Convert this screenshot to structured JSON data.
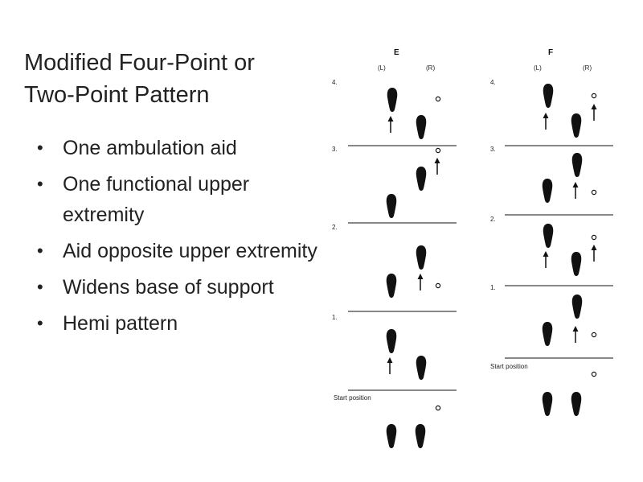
{
  "slide": {
    "title_line1": "Modified Four-Point or",
    "title_line2": "Two-Point Pattern",
    "bullets": [
      {
        "text": "One ambulation aid"
      },
      {
        "text": "One functional upper extremity"
      },
      {
        "text": "Aid opposite upper extremity"
      },
      {
        "text": "Widens base of support"
      },
      {
        "text": "Hemi pattern"
      }
    ],
    "bullet_symbol": "•"
  },
  "figure": {
    "columns": [
      {
        "letter": "E",
        "left_label": "(L)",
        "right_label": "(R)",
        "step_labels": [
          "4.",
          "3.",
          "2.",
          "1."
        ],
        "start_label": "Start position"
      },
      {
        "letter": "F",
        "left_label": "(L)",
        "right_label": "(R)",
        "step_labels": [
          "4.",
          "3.",
          "2.",
          "1."
        ],
        "start_label": "Start position"
      }
    ],
    "icons": [
      "footprint-icon",
      "cane-tip-icon",
      "arrow-up-icon"
    ],
    "ink_color": "#111111"
  }
}
